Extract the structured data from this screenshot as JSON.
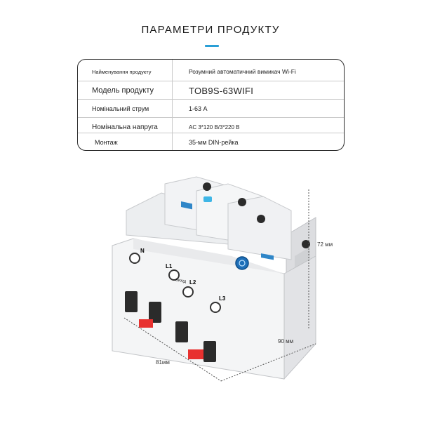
{
  "header": {
    "title": "ПАРАМЕТРИ ПРОДУКТУ"
  },
  "specs": [
    {
      "label": "Найменування продукту",
      "value": "Розумний автоматичний вимикач Wi-Fi"
    },
    {
      "label": "Модель продукту",
      "value": "TOB9S-63WIFI"
    },
    {
      "label": "Номінальний струм",
      "value": "1-63 А"
    },
    {
      "label": "Номінальна напруга",
      "value": "AC 3*120 В/3*220 В"
    },
    {
      "label": "Монтаж",
      "value": "35-мм DIN-рейка"
    }
  ],
  "product": {
    "terminals": {
      "n": "N",
      "l1": "L1",
      "l2": "L2",
      "l3": "L3"
    },
    "output_label": "ВИХІД",
    "colors": {
      "handle": "#e8312f",
      "led": "#3fb6e6",
      "button": "#1e6fb8"
    }
  },
  "dimensions": {
    "height": "72 мм",
    "depth": "90 мм",
    "width": "81мм"
  },
  "colors": {
    "accent": "#2a9fd6"
  }
}
